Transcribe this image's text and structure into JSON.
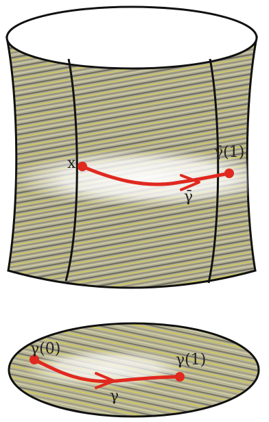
{
  "labels": {
    "cylinder_point": "x",
    "cylinder_endpoint": "γ̄(1)",
    "cylinder_path": "γ̄",
    "disk_start": "γ(0)",
    "disk_end": "γ(1)",
    "disk_path": "γ"
  },
  "colors": {
    "background": "#ffffff",
    "surface_base": "#a9a58c",
    "surface_dark": "#4a4a40",
    "surface_yellow": "#d8d24a",
    "outline": "#111111",
    "path": "#e0291f"
  }
}
